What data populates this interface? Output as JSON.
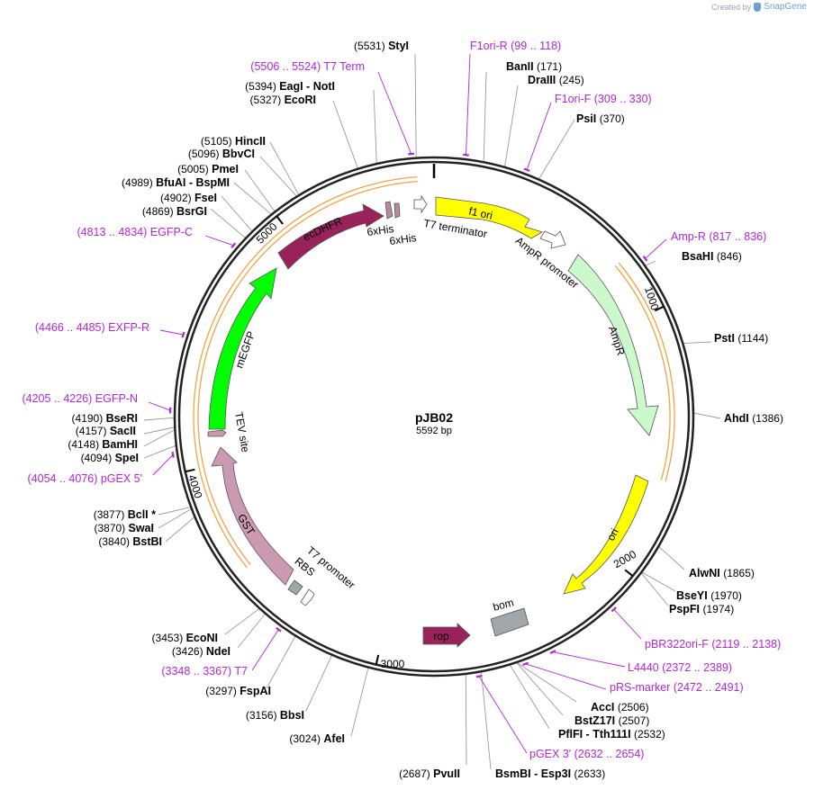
{
  "watermark": {
    "prefix": "Created by",
    "brand": "SnapGene"
  },
  "plasmid": {
    "name": "pJB02",
    "length_label": "5592 bp",
    "length": 5592
  },
  "colors": {
    "primer": "#b227d6",
    "leader": "#9a9a9a",
    "orf": "#f4a245",
    "f1ori": "#ffff00",
    "ori": "#ffff00",
    "ampr": "#ccf9cc",
    "megfp": "#00ff00",
    "ecdhfr": "#99225a",
    "gst": "#cc99b3",
    "rop": "#99225a",
    "his": "#b88a9e",
    "bom": "#a0a7ab",
    "white": "#ffffff"
  },
  "ticks": [
    {
      "label": "1000"
    },
    {
      "label": "2000"
    },
    {
      "label": "3000"
    },
    {
      "label": "4000"
    },
    {
      "label": "5000"
    }
  ],
  "sites": [
    {
      "pos": "(5531)",
      "name": "StyI"
    },
    {
      "pos": "(171)",
      "name": "BanII"
    },
    {
      "pos": "(245)",
      "name": "DraIII"
    },
    {
      "pos": "(370)",
      "name": "PsiI"
    },
    {
      "pos": "(5394)",
      "name": "EagI  -  NotI"
    },
    {
      "pos": "(5327)",
      "name": "EcoRI"
    },
    {
      "pos": "(5105)",
      "name": "HincII"
    },
    {
      "pos": "(5096)",
      "name": "BbvCI"
    },
    {
      "pos": "(5005)",
      "name": "PmeI"
    },
    {
      "pos": "(4989)",
      "name": "BfuAI  -  BspMI"
    },
    {
      "pos": "(4902)",
      "name": "FseI"
    },
    {
      "pos": "(4869)",
      "name": "BsrGI"
    },
    {
      "pos": "(846)",
      "name": "BsaHI"
    },
    {
      "pos": "(1144)",
      "name": "PstI"
    },
    {
      "pos": "(1386)",
      "name": "AhdI"
    },
    {
      "pos": "(4190)",
      "name": "BseRI"
    },
    {
      "pos": "(4157)",
      "name": "SacII"
    },
    {
      "pos": "(4148)",
      "name": "BamHI"
    },
    {
      "pos": "(4094)",
      "name": "SpeI"
    },
    {
      "pos": "(3877)",
      "name": "BclI *"
    },
    {
      "pos": "(3870)",
      "name": "SwaI"
    },
    {
      "pos": "(3840)",
      "name": "BstBI"
    },
    {
      "pos": "(1865)",
      "name": "AlwNI"
    },
    {
      "pos": "(1970)",
      "name": "BseYI"
    },
    {
      "pos": "(1974)",
      "name": "PspFI"
    },
    {
      "pos": "(3453)",
      "name": "EcoNI"
    },
    {
      "pos": "(3426)",
      "name": "NdeI"
    },
    {
      "pos": "(3297)",
      "name": "FspAI"
    },
    {
      "pos": "(3156)",
      "name": "BbsI"
    },
    {
      "pos": "(3024)",
      "name": "AfeI"
    },
    {
      "pos": "(2687)",
      "name": "PvuII"
    },
    {
      "pos": "(2633)",
      "name": "BsmBI  -  Esp3I"
    },
    {
      "pos": "(2506)",
      "name": "AccI"
    },
    {
      "pos": "(2507)",
      "name": "BstZ17I"
    },
    {
      "pos": "(2532)",
      "name": "PflFI  -  Tth111I"
    }
  ],
  "primers": [
    {
      "text": "(5506 .. 5524)  T7 Term"
    },
    {
      "text": "F1ori-R   (99 .. 118)"
    },
    {
      "text": "F1ori-F   (309 .. 330)"
    },
    {
      "text": "(4813 .. 4834)   EGFP-C"
    },
    {
      "text": "Amp-R   (817 .. 836)"
    },
    {
      "text": "(4466 .. 4485)   EXFP-R"
    },
    {
      "text": "(4205 .. 4226)   EGFP-N"
    },
    {
      "text": "(4054 .. 4076)   pGEX 5'"
    },
    {
      "text": "pBR322ori-F   (2119 .. 2138)"
    },
    {
      "text": "L4440   (2372 .. 2389)"
    },
    {
      "text": "pRS-marker   (2472 .. 2491)"
    },
    {
      "text": "pGEX 3'   (2632 .. 2654)"
    },
    {
      "text": "(3348 .. 3367)   T7"
    }
  ],
  "features": [
    {
      "name": "f1 ori"
    },
    {
      "name": "AmpR promoter"
    },
    {
      "name": "AmpR"
    },
    {
      "name": "ori"
    },
    {
      "name": "bom"
    },
    {
      "name": "rop"
    },
    {
      "name": "T7 promoter"
    },
    {
      "name": "RBS"
    },
    {
      "name": "GST"
    },
    {
      "name": "TEV site"
    },
    {
      "name": "mEGFP"
    },
    {
      "name": "ecDHFR"
    },
    {
      "name": "6xHis"
    },
    {
      "name": "6xHis"
    },
    {
      "name": "T7 terminator"
    }
  ]
}
